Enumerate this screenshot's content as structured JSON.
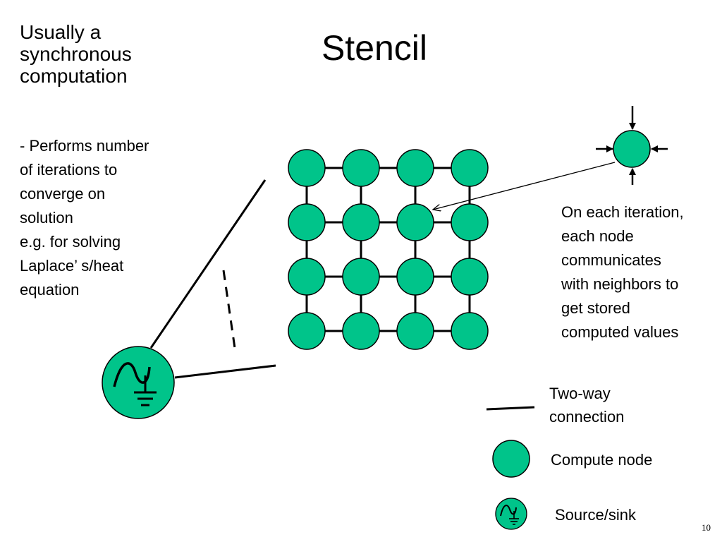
{
  "slide": {
    "title": "Stencil",
    "heading_lines": [
      "Usually a",
      "synchronous",
      "computation"
    ],
    "body_lines": [
      "- Performs number",
      "of iterations to",
      "converge on",
      "solution",
      "e.g. for solving",
      "Laplace’ s/heat",
      "equation"
    ],
    "caption_lines": [
      "On each iteration,",
      "each node",
      "communicates",
      "with neighbors to",
      "get stored",
      "computed values"
    ],
    "slide_number": "10"
  },
  "legend": {
    "connection_lines": [
      "Two-way",
      "connection"
    ],
    "compute_node": "Compute node",
    "source_sink": "Source/sink"
  },
  "colors": {
    "node_fill": "#00c48a",
    "outline": "#000000"
  },
  "grid": {
    "rows": 4,
    "cols": 4
  }
}
